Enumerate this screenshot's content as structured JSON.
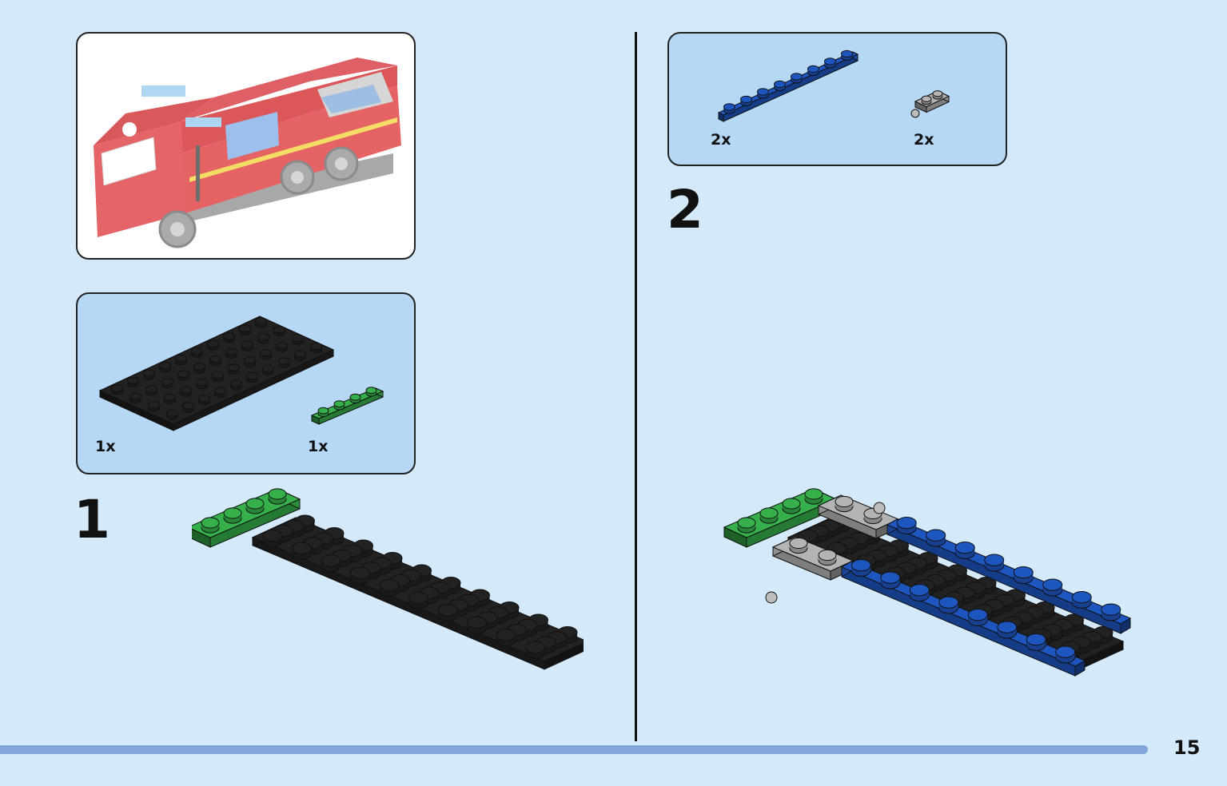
{
  "page_number": "15",
  "colors": {
    "background": "#d4eafa",
    "parts_box": "#b6d8f5",
    "progress_bar": "#82a6da",
    "brick_black": "#222222",
    "brick_green": "#35b04a",
    "brick_blue": "#1e56c0",
    "brick_gray": "#b4b4b4",
    "truck_red": "#d6363a"
  },
  "steps": [
    {
      "number": "1",
      "parts": [
        {
          "name": "black plate",
          "qty": "1x"
        },
        {
          "name": "green plate",
          "qty": "1x"
        }
      ]
    },
    {
      "number": "2",
      "parts": [
        {
          "name": "blue plate",
          "qty": "2x"
        },
        {
          "name": "gray clip plate",
          "qty": "2x"
        }
      ]
    }
  ]
}
